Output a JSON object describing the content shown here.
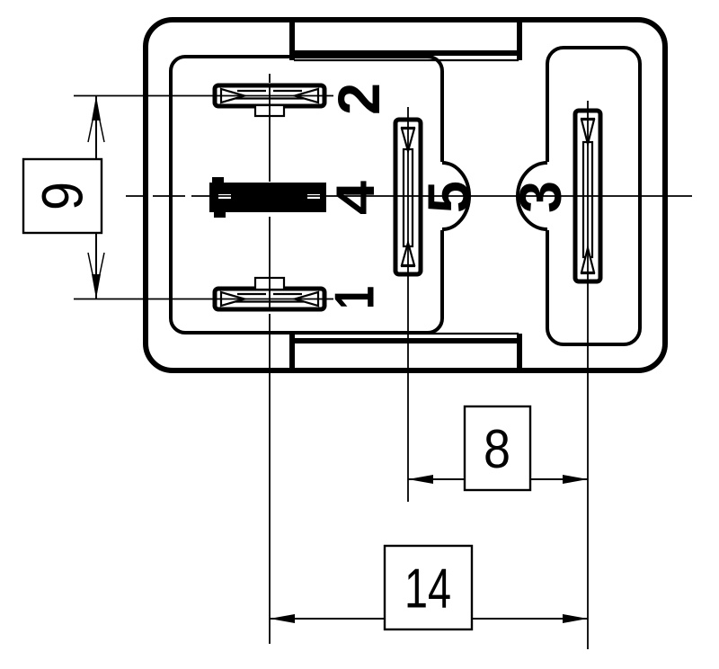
{
  "pins": {
    "pin1": "1",
    "pin2": "2",
    "pin3": "3",
    "pin4": "4",
    "pin5": "5"
  },
  "dimensions": {
    "vertical_pin_spacing": "9",
    "inner_horizontal_spacing": "8",
    "outer_horizontal_spacing": "14"
  },
  "colors": {
    "line": "#000000",
    "background": "#ffffff"
  }
}
